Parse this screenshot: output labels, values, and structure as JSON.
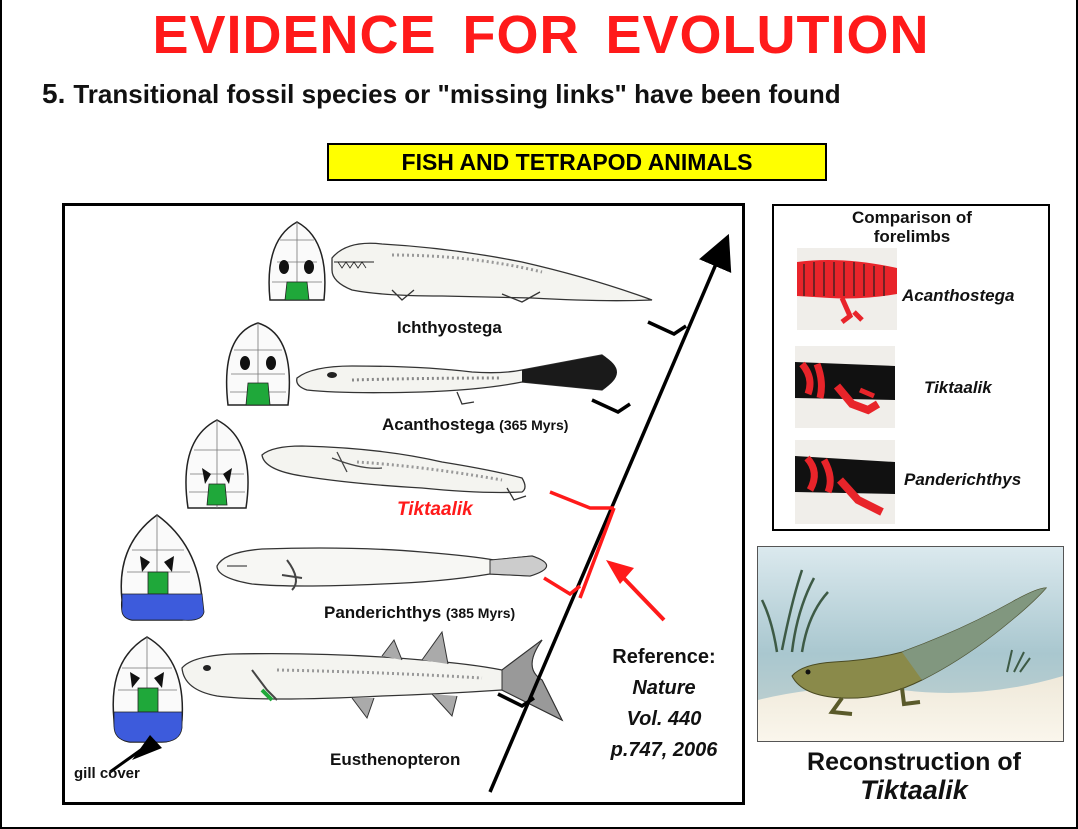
{
  "title": "EVIDENCE  FOR  EVOLUTION",
  "subtitle": {
    "number": "5.",
    "text": "Transitional fossil species or \"missing links\" have been found"
  },
  "section_label": "FISH AND TETRAPOD ANIMALS",
  "species": [
    {
      "name": "Ichthyostega",
      "age": ""
    },
    {
      "name": "Acanthostega",
      "age": "(365 Myrs)"
    },
    {
      "name": "Tiktaalik",
      "age": ""
    },
    {
      "name": "Panderichthys",
      "age": "(385 Myrs)"
    },
    {
      "name": "Eusthenopteron",
      "age": ""
    }
  ],
  "gill_cover_label": "gill cover",
  "reference": {
    "heading": "Reference:",
    "journal": "Nature",
    "volume": "Vol. 440",
    "page": "p.747, 2006"
  },
  "forelimbs": {
    "heading": "Comparison of forelimbs",
    "items": [
      "Acanthostega",
      "Tiktaalik",
      "Panderichthys"
    ]
  },
  "reconstruction": {
    "line1": "Reconstruction of",
    "line2": "Tiktaalik"
  },
  "colors": {
    "title": "#ff1a1a",
    "highlight": "#ff1a1a",
    "label_bg": "#ffff00",
    "skull_green": "#1fa83a",
    "skull_blue": "#3d5bdc",
    "limb_red": "#e8242a"
  }
}
